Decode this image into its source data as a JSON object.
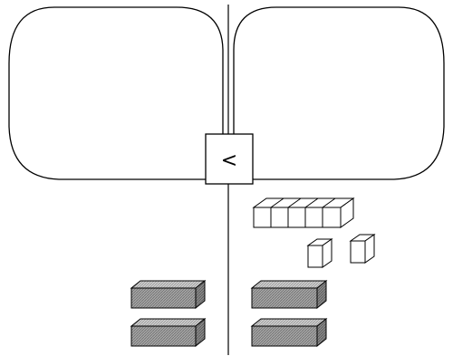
{
  "comparison": {
    "symbol": "<"
  },
  "left_side": {
    "ones_cubes": 0,
    "rods_of_ten": 0,
    "flats_of_hundred": 2
  },
  "right_side": {
    "ones_cubes": 2,
    "rods_of_ten": 1,
    "rod_units": 5,
    "flats_of_hundred": 2
  },
  "colors": {
    "line": "#000000",
    "flat_fill": "#9a9a9a",
    "flat_top": "#c4c4c4",
    "flat_side": "#7d7d7d",
    "cube_fill": "#ffffff"
  }
}
